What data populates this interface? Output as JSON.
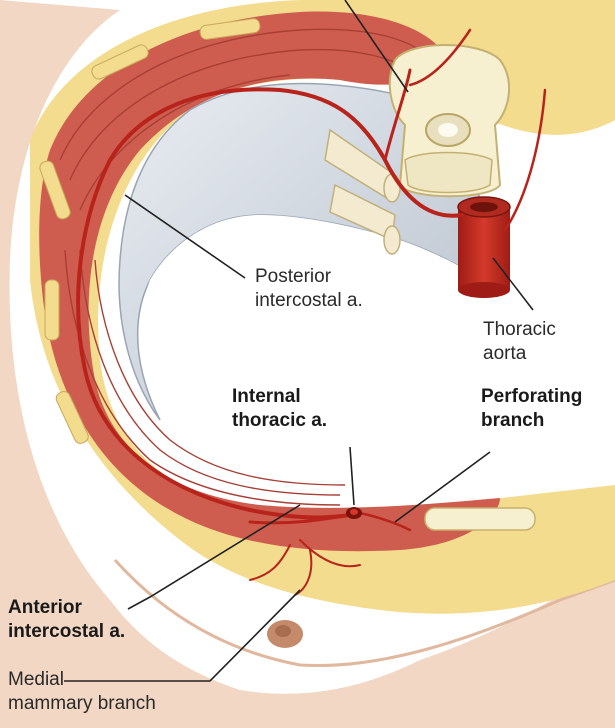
{
  "labels": {
    "posterior_intercostal": [
      "Posterior",
      "intercostal a."
    ],
    "thoracic_aorta": [
      "Thoracic",
      "aorta"
    ],
    "internal_thoracic": [
      "Internal",
      "thoracic a."
    ],
    "perforating_branch": [
      "Perforating",
      "branch"
    ],
    "anterior_intercostal": [
      "Anterior",
      "intercostal a."
    ],
    "medial_mammary": [
      "Medial",
      "mammary branch"
    ]
  },
  "colors": {
    "muscle": "#cf5d4f",
    "fat": "#f3dc8e",
    "artery": "#b8241b",
    "skin": "#f1d7c4",
    "bone": "#f6efd0",
    "pleura": "#c9d1dc"
  }
}
